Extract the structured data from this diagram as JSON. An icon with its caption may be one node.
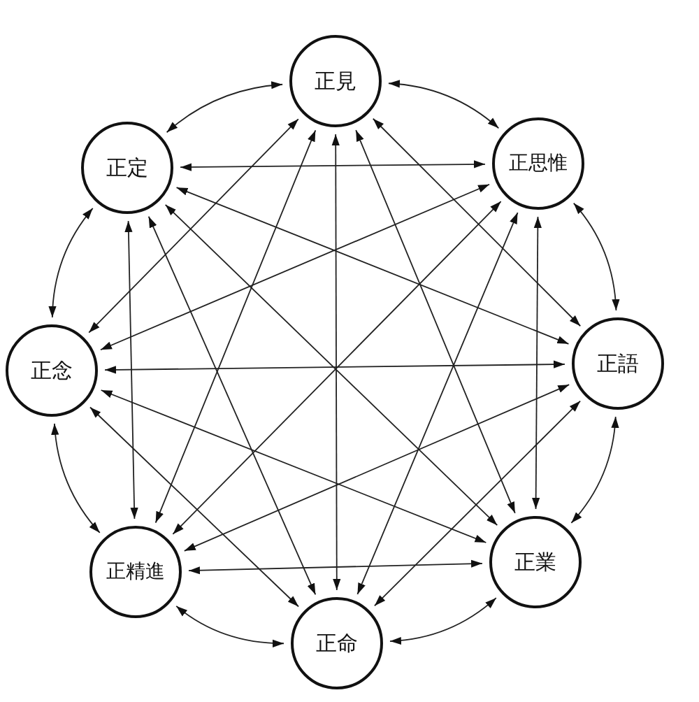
{
  "diagram": {
    "nodes": [
      {
        "text": [
          "正見"
        ]
      },
      {
        "text": [
          "正思惟"
        ]
      },
      {
        "text": [
          "正語"
        ]
      },
      {
        "text": [
          "正業"
        ]
      },
      {
        "text": [
          "正命"
        ]
      },
      {
        "text": [
          "正精進"
        ]
      },
      {
        "text": [
          "正念"
        ]
      },
      {
        "text": [
          "正定"
        ]
      }
    ],
    "edges": [
      {
        "from": 0,
        "to": 1,
        "arrow": "both"
      },
      {
        "from": 0,
        "to": 2,
        "arrow": "both"
      },
      {
        "from": 0,
        "to": 3,
        "arrow": "both"
      },
      {
        "from": 0,
        "to": 4,
        "arrow": "both"
      },
      {
        "from": 0,
        "to": 5,
        "arrow": "both"
      },
      {
        "from": 0,
        "to": 6,
        "arrow": "both"
      },
      {
        "from": 0,
        "to": 7,
        "arrow": "both"
      },
      {
        "from": 1,
        "to": 2,
        "arrow": "both"
      },
      {
        "from": 1,
        "to": 3,
        "arrow": "both"
      },
      {
        "from": 1,
        "to": 4,
        "arrow": "both"
      },
      {
        "from": 1,
        "to": 5,
        "arrow": "both"
      },
      {
        "from": 1,
        "to": 6,
        "arrow": "both"
      },
      {
        "from": 1,
        "to": 7,
        "arrow": "both"
      },
      {
        "from": 2,
        "to": 3,
        "arrow": "both"
      },
      {
        "from": 2,
        "to": 4,
        "arrow": "both"
      },
      {
        "from": 2,
        "to": 5,
        "arrow": "both"
      },
      {
        "from": 2,
        "to": 6,
        "arrow": "both"
      },
      {
        "from": 2,
        "to": 7,
        "arrow": "both"
      },
      {
        "from": 3,
        "to": 4,
        "arrow": "both"
      },
      {
        "from": 3,
        "to": 5,
        "arrow": "both"
      },
      {
        "from": 3,
        "to": 6,
        "arrow": "both"
      },
      {
        "from": 3,
        "to": 7,
        "arrow": "both"
      },
      {
        "from": 4,
        "to": 5,
        "arrow": "both"
      },
      {
        "from": 4,
        "to": 6,
        "arrow": "both"
      },
      {
        "from": 4,
        "to": 7,
        "arrow": "both"
      },
      {
        "from": 5,
        "to": 6,
        "arrow": "both"
      },
      {
        "from": 5,
        "to": 7,
        "arrow": "both"
      },
      {
        "from": 6,
        "to": 7,
        "arrow": "both"
      }
    ]
  }
}
